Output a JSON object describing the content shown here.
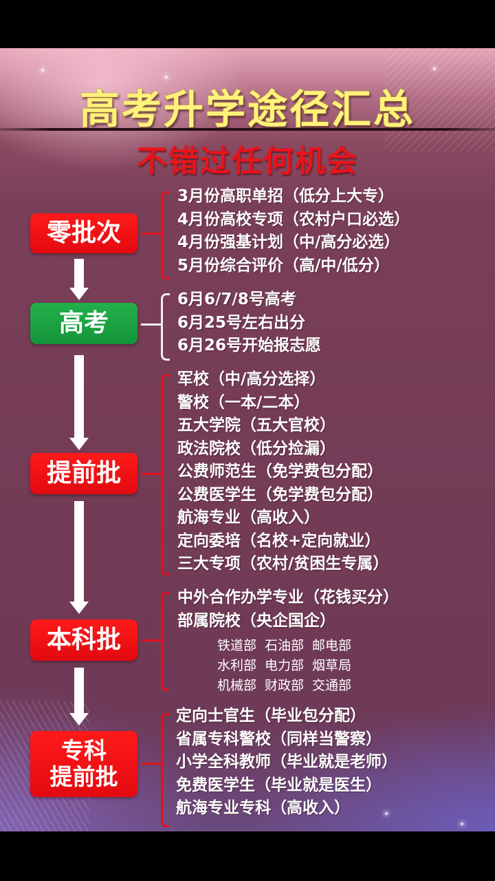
{
  "title": "高考升学途径汇总",
  "subtitle": "不错过任何机会",
  "colors": {
    "title": "#fff27a",
    "subtitle": "#e8141c",
    "stage_red": "#ff1a1a",
    "stage_green": "#1fa644",
    "background": "#733b55",
    "bracket_red": "#e2121c"
  },
  "stages": [
    {
      "label": "零批次",
      "color": "red",
      "items": [
        "3月份高职单招（低分上大专）",
        "4月份高校专项（农村户口必选）",
        "4月份强基计划（中/高分必选）",
        "5月份综合评价（高/中/低分）"
      ]
    },
    {
      "label": "高考",
      "color": "green",
      "items": [
        "6月6/7/8号高考",
        "6月25号左右出分",
        "6月26号开始报志愿"
      ]
    },
    {
      "label": "提前批",
      "color": "red",
      "items": [
        "军校（中/高分选择）",
        "警校（一本/二本）",
        "五大学院（五大官校）",
        "政法院校（低分捡漏）",
        "公费师范生（免学费包分配）",
        "公费医学生（免学费包分配）",
        "航海专业（高收入）",
        "定向委培（名校+定向就业）",
        "三大专项（农村/贫困生专属）"
      ]
    },
    {
      "label": "本科批",
      "color": "red",
      "items": [
        "中外合作办学专业（花钱买分）",
        "部属院校（央企国企）"
      ],
      "sub_items": [
        [
          "铁道部",
          "石油部",
          "邮电部"
        ],
        [
          "水利部",
          "电力部",
          "烟草局"
        ],
        [
          "机械部",
          "财政部",
          "交通部"
        ]
      ]
    },
    {
      "label_line1": "专科",
      "label_line2": "提前批",
      "color": "red",
      "items": [
        "定向士官生（毕业包分配）",
        "省属专科警校（同样当警察）",
        "小学全科教师（毕业就是老师）",
        "免费医学生（毕业就是医生）",
        "航海专业专科（高收入）"
      ]
    }
  ]
}
